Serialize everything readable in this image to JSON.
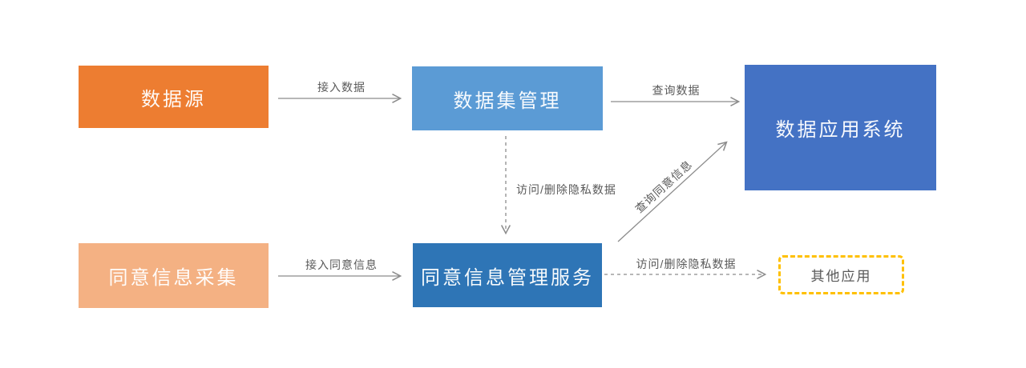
{
  "diagram": {
    "background_color": "#ffffff",
    "arrow_color": "#8C8C8C",
    "edge_label_color": "#595959",
    "nodes": [
      {
        "id": "data-source",
        "label": "数据源",
        "fill": "#ED7D31",
        "text_color": "#ffffff",
        "style": "solid"
      },
      {
        "id": "dataset-management",
        "label": "数据集管理",
        "fill": "#5B9BD5",
        "text_color": "#ffffff",
        "style": "solid"
      },
      {
        "id": "data-application-system",
        "label": "数据应用系统",
        "fill": "#4472C4",
        "text_color": "#ffffff",
        "style": "solid"
      },
      {
        "id": "consent-info-collection",
        "label": "同意信息采集",
        "fill": "#F4B183",
        "text_color": "#ffffff",
        "style": "solid"
      },
      {
        "id": "consent-management-service",
        "label": "同意信息管理服务",
        "fill": "#2E75B6",
        "text_color": "#ffffff",
        "style": "solid"
      },
      {
        "id": "other-applications",
        "label": "其他应用",
        "fill": "#ffffff",
        "text_color": "#595959",
        "style": "dashed",
        "border_color": "#FFC000"
      }
    ],
    "edges": [
      {
        "from": "data-source",
        "to": "dataset-management",
        "label": "接入数据",
        "style": "solid",
        "direction": "right"
      },
      {
        "from": "dataset-management",
        "to": "data-application-system",
        "label": "查询数据",
        "style": "solid",
        "direction": "right"
      },
      {
        "from": "dataset-management",
        "to": "consent-management-service",
        "label": "访问/删除隐私数据",
        "style": "dashed",
        "direction": "down"
      },
      {
        "from": "consent-info-collection",
        "to": "consent-management-service",
        "label": "接入同意信息",
        "style": "solid",
        "direction": "right"
      },
      {
        "from": "consent-management-service",
        "to": "data-application-system",
        "label": "查询同意信息",
        "style": "solid",
        "direction": "up-right"
      },
      {
        "from": "consent-management-service",
        "to": "other-applications",
        "label": "访问/删除隐私数据",
        "style": "dashed",
        "direction": "right"
      }
    ]
  }
}
